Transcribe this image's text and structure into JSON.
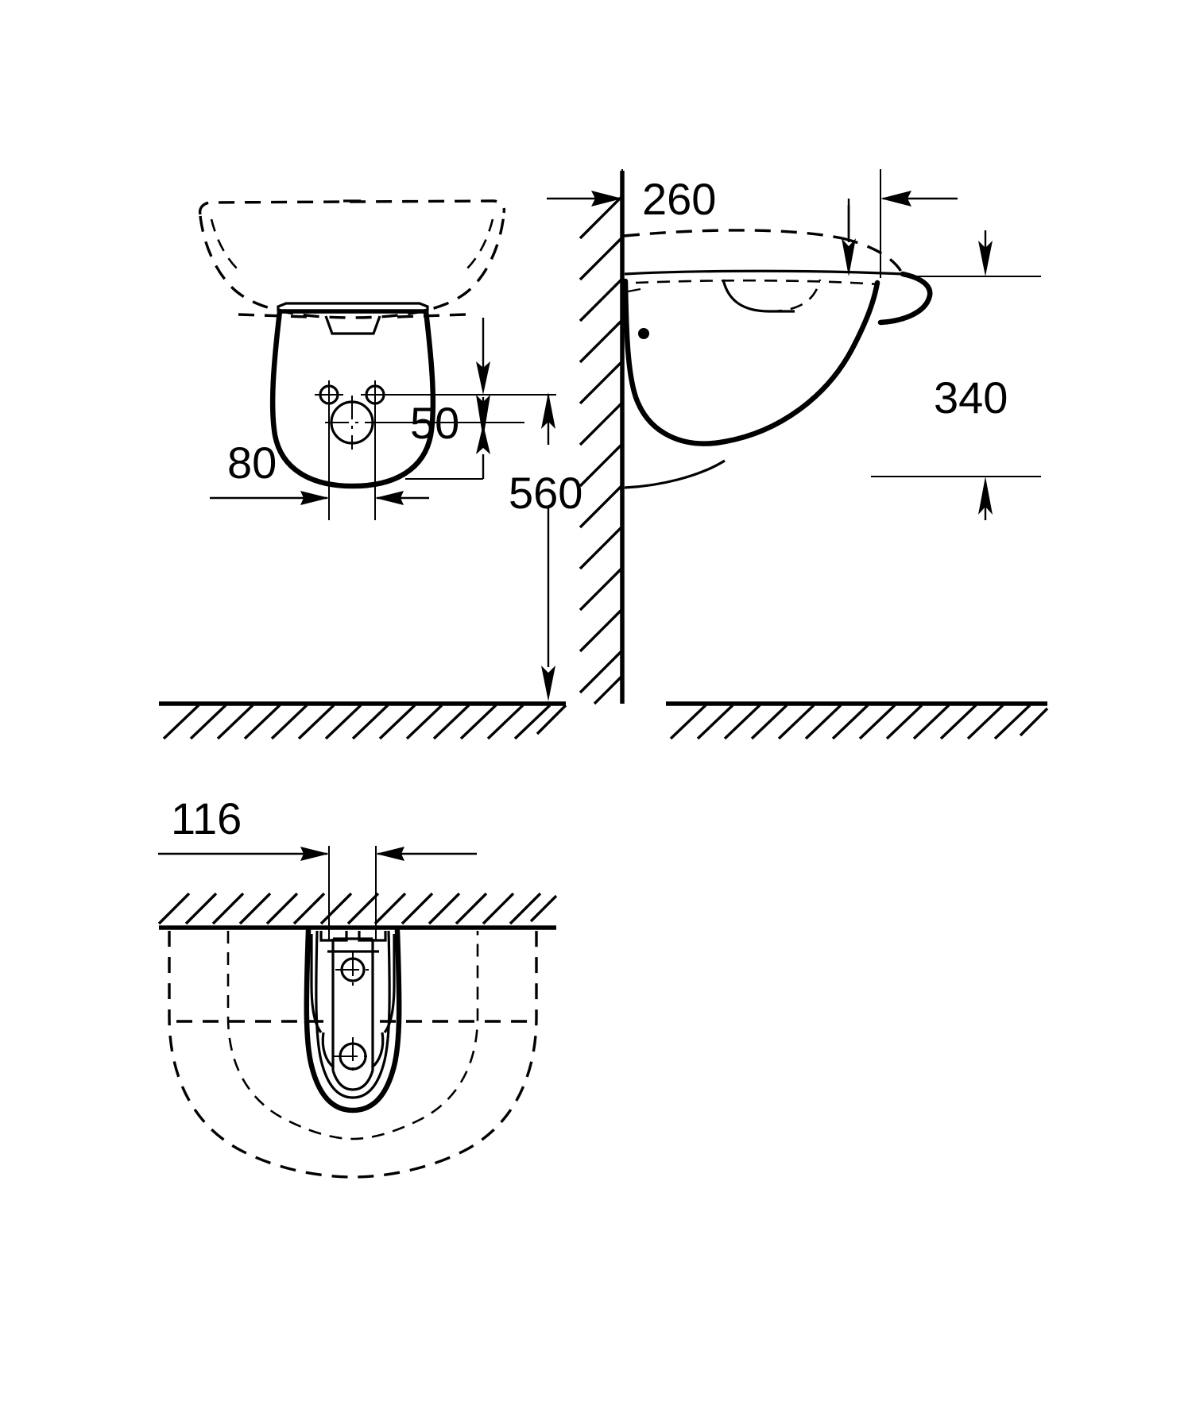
{
  "document": {
    "type": "technical-installation-drawing",
    "subject": "wall-hung washbasin with semi-pedestal",
    "units": "mm",
    "line_color": "#000000",
    "background_color": "#ffffff"
  },
  "views": {
    "front": {
      "name": "front-elevation",
      "ground_label": "floor-hatching"
    },
    "side": {
      "name": "side-elevation",
      "wall_label": "wall-hatching",
      "ground_label": "floor-hatching"
    },
    "plan": {
      "name": "plan-view-from-below",
      "wall_label": "wall-hatching"
    }
  },
  "dimensions": {
    "front": [
      {
        "id": "dim-80",
        "value": "80",
        "orientation": "horizontal"
      },
      {
        "id": "dim-50",
        "value": "50",
        "orientation": "vertical"
      },
      {
        "id": "dim-560",
        "value": "560",
        "orientation": "vertical"
      }
    ],
    "side": [
      {
        "id": "dim-260",
        "value": "260",
        "orientation": "horizontal"
      },
      {
        "id": "dim-340",
        "value": "340",
        "orientation": "vertical"
      }
    ],
    "plan": [
      {
        "id": "dim-116",
        "value": "116",
        "orientation": "horizontal"
      }
    ]
  },
  "chart_data": {
    "type": "table",
    "title": "",
    "categories": [
      "80",
      "50",
      "560",
      "260",
      "340",
      "116"
    ],
    "values": [
      80,
      50,
      560,
      260,
      340,
      116
    ],
    "ylabel": "mm",
    "xlabel": "dimension"
  }
}
